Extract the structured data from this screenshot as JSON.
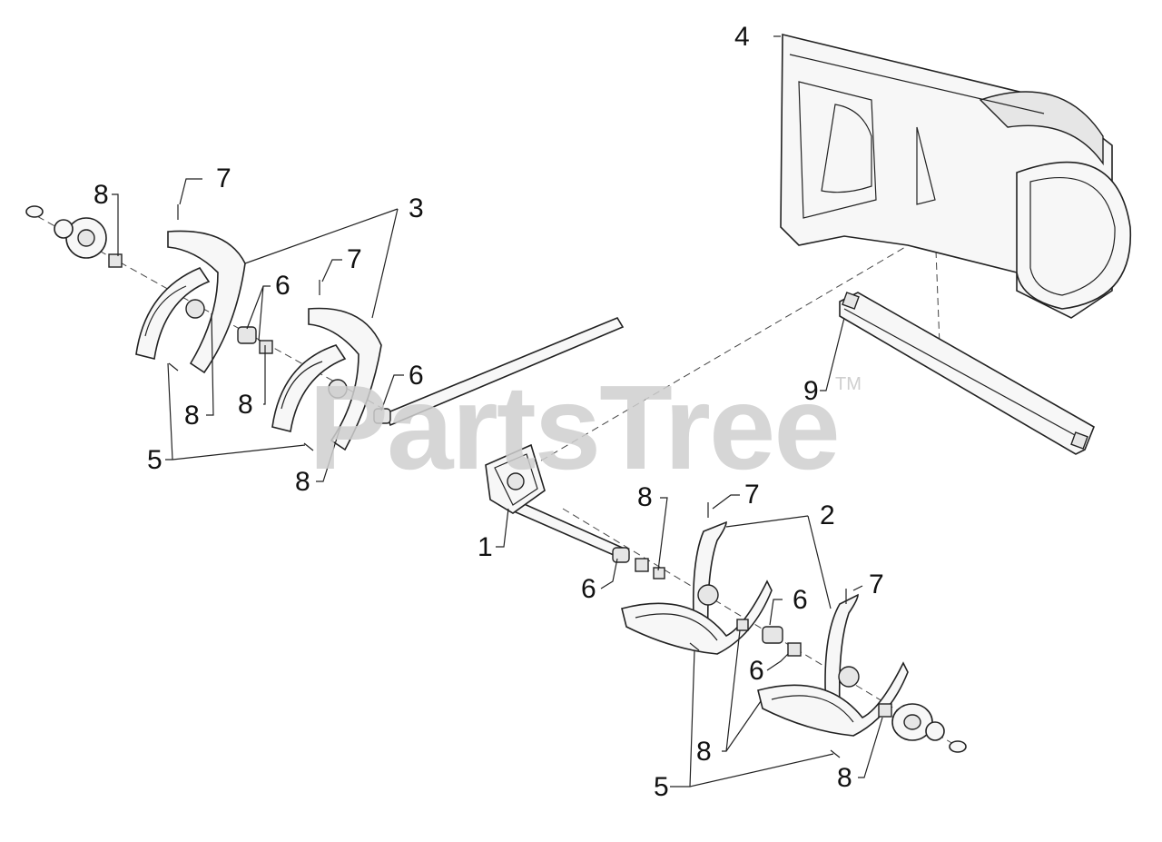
{
  "watermark": {
    "text": "PartsTree",
    "trademark": "TM"
  },
  "callouts": [
    {
      "id": "c1",
      "label": "1"
    },
    {
      "id": "c2",
      "label": "2"
    },
    {
      "id": "c3",
      "label": "3"
    },
    {
      "id": "c4",
      "label": "4"
    },
    {
      "id": "c5a",
      "label": "5"
    },
    {
      "id": "c5b",
      "label": "5"
    },
    {
      "id": "c6a",
      "label": "6"
    },
    {
      "id": "c6b",
      "label": "6"
    },
    {
      "id": "c6c",
      "label": "6"
    },
    {
      "id": "c6d",
      "label": "6"
    },
    {
      "id": "c6e",
      "label": "6"
    },
    {
      "id": "c7a",
      "label": "7"
    },
    {
      "id": "c7b",
      "label": "7"
    },
    {
      "id": "c7c",
      "label": "7"
    },
    {
      "id": "c7d",
      "label": "7"
    },
    {
      "id": "c8a",
      "label": "8"
    },
    {
      "id": "c8b",
      "label": "8"
    },
    {
      "id": "c8c",
      "label": "8"
    },
    {
      "id": "c8d",
      "label": "8"
    },
    {
      "id": "c8e",
      "label": "8"
    },
    {
      "id": "c8f",
      "label": "8"
    },
    {
      "id": "c8g",
      "label": "8"
    },
    {
      "id": "c9",
      "label": "9"
    }
  ]
}
